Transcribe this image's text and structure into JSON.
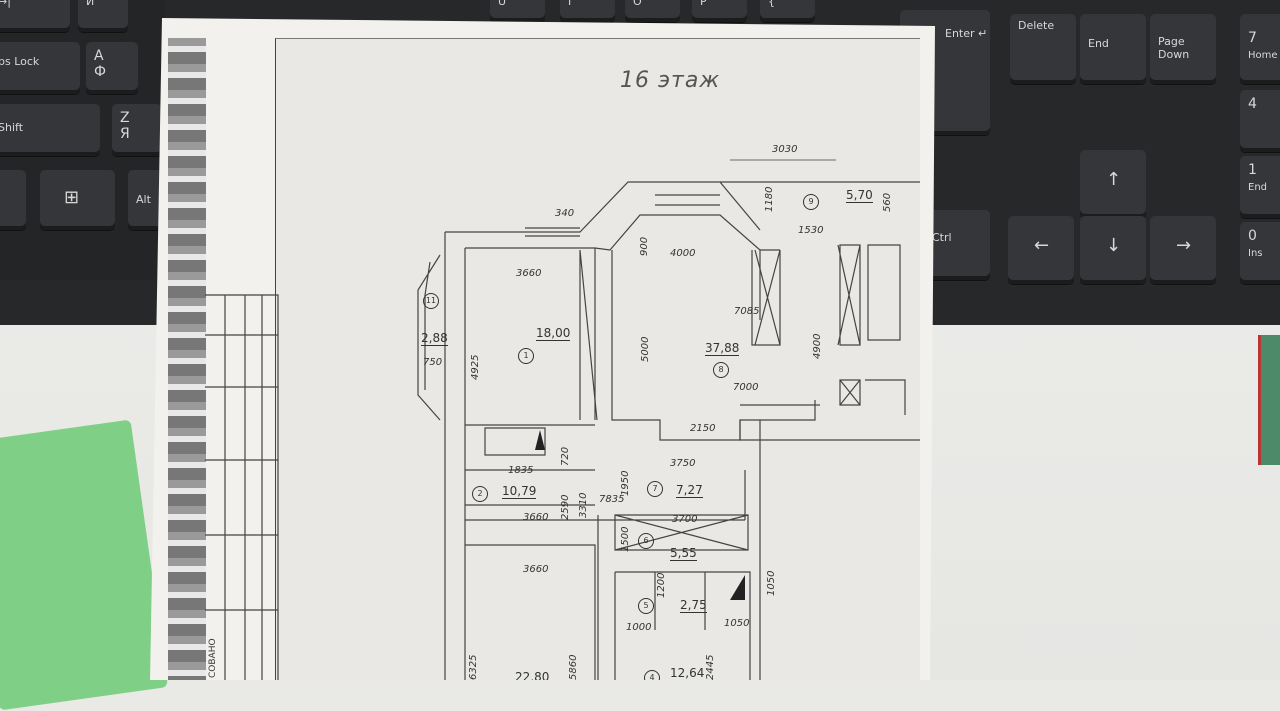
{
  "keyboard": {
    "keys_left": [
      "→|",
      "Й",
      "ps Lock",
      "А",
      "Ф",
      "Shift",
      "Z",
      "Я",
      "Alt"
    ],
    "keys_top": [
      "U",
      "I",
      "O",
      "P",
      "{"
    ],
    "keys_right": [
      "Delete",
      "End",
      "Page Down",
      "Home",
      "7",
      "4",
      "End",
      "1",
      "Ins",
      "0",
      "Enter ↵",
      "Ctrl",
      "↑",
      "←",
      "↓",
      "→"
    ]
  },
  "plan": {
    "title": "16 этаж",
    "stamp": "СОВАНО",
    "rooms": [
      {
        "num": "1",
        "area": "18,00"
      },
      {
        "num": "2",
        "area": "10,79"
      },
      {
        "num": "4",
        "area": "12,64"
      },
      {
        "num": "5",
        "area": "2,75"
      },
      {
        "num": "6",
        "area": "5,55"
      },
      {
        "num": "7",
        "area": "7,27"
      },
      {
        "num": "8",
        "area": "37,88"
      },
      {
        "num": "9",
        "area": "5,70"
      },
      {
        "num": "11",
        "area": "2,88"
      },
      {
        "num": "",
        "area": "22,80"
      }
    ],
    "dims": [
      "3030",
      "340",
      "1180",
      "560",
      "1530",
      "900",
      "4000",
      "3660",
      "7085",
      "4925",
      "750",
      "5000",
      "4900",
      "7000",
      "2150",
      "720",
      "1835",
      "2590",
      "3310",
      "1950",
      "3750",
      "7835",
      "3660",
      "3700",
      "1500",
      "1200",
      "1050",
      "3660",
      "1000",
      "1050",
      "6325",
      "5860",
      "2445"
    ]
  }
}
